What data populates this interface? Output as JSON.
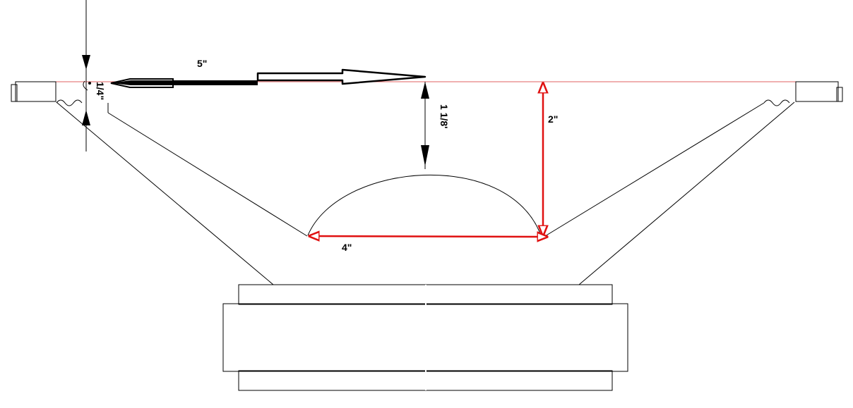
{
  "dimensions": {
    "outer_width": "5\"",
    "surround_height": "1/4\"",
    "dust_cap_depth": "1 1/8'",
    "cone_depth": "2\"",
    "cone_base_width": "4\""
  },
  "colors": {
    "outline": "#000000",
    "dimension_red": "#e01010",
    "reference_line": "#e06060"
  }
}
